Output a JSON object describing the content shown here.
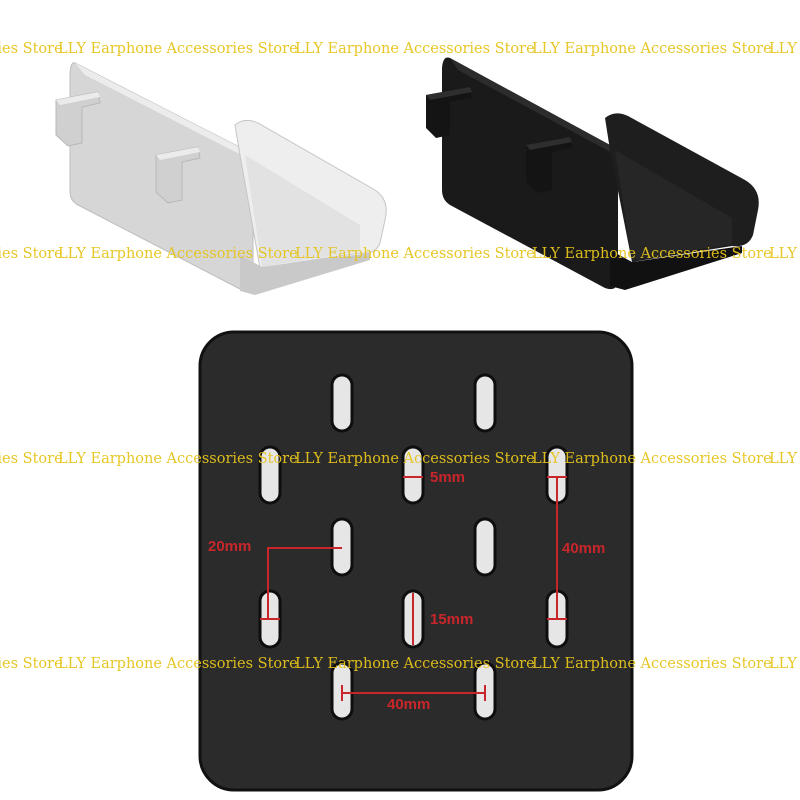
{
  "watermark": {
    "text": "LLY Earphone Accessories Store",
    "color": "#e6c41c",
    "rows_y": [
      50,
      255,
      460,
      665
    ]
  },
  "products": [
    {
      "name": "bracket-white",
      "color": "#e3e3e3"
    },
    {
      "name": "bracket-black",
      "color": "#1b1b1b"
    }
  ],
  "plate": {
    "color": "#2b2b2b",
    "slot_color": "#e6e6e6",
    "dimension_color": "#c8262a",
    "dimensions": {
      "slot_width": "5mm",
      "horizontal_offset": "20mm",
      "vertical_spacing": "40mm",
      "slot_length": "15mm",
      "horizontal_spacing": "40mm"
    }
  }
}
